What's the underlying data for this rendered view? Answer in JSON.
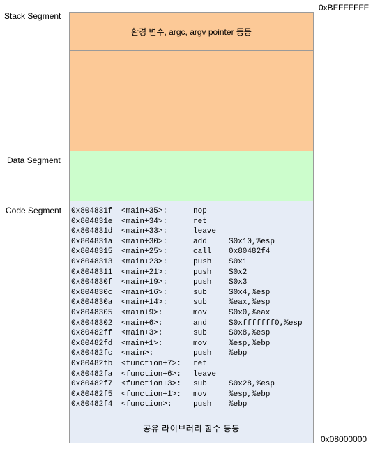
{
  "labels": {
    "stack_segment": "Stack Segment",
    "data_segment": "Data Segment",
    "code_segment": "Code Segment",
    "top_address": "0xBFFFFFFF",
    "bottom_address": "0x08000000"
  },
  "stack": {
    "env_text": "환경 변수, argc, argv pointer 등등"
  },
  "shared": {
    "text": "공유 라이브러리 함수 등등"
  },
  "code_lines": [
    {
      "addr": "0x804831f",
      "sym": "<main+35>:",
      "op": "nop",
      "arg": ""
    },
    {
      "addr": "0x804831e",
      "sym": "<main+34>:",
      "op": "ret",
      "arg": ""
    },
    {
      "addr": "0x804831d",
      "sym": "<main+33>:",
      "op": "leave",
      "arg": ""
    },
    {
      "addr": "0x804831a",
      "sym": "<main+30>:",
      "op": "add",
      "arg": "$0x10,%esp"
    },
    {
      "addr": "0x8048315",
      "sym": "<main+25>:",
      "op": "call",
      "arg": "0x80482f4"
    },
    {
      "addr": "0x8048313",
      "sym": "<main+23>:",
      "op": "push",
      "arg": "$0x1"
    },
    {
      "addr": "0x8048311",
      "sym": "<main+21>:",
      "op": "push",
      "arg": "$0x2"
    },
    {
      "addr": "0x804830f",
      "sym": "<main+19>:",
      "op": "push",
      "arg": "$0x3"
    },
    {
      "addr": "0x804830c",
      "sym": "<main+16>:",
      "op": "sub",
      "arg": "$0x4,%esp"
    },
    {
      "addr": "0x804830a",
      "sym": "<main+14>:",
      "op": "sub",
      "arg": "%eax,%esp"
    },
    {
      "addr": "0x8048305",
      "sym": "<main+9>:",
      "op": "mov",
      "arg": "$0x0,%eax"
    },
    {
      "addr": "0x8048302",
      "sym": "<main+6>:",
      "op": "and",
      "arg": "$0xfffffff0,%esp"
    },
    {
      "addr": "0x80482ff",
      "sym": "<main+3>:",
      "op": "sub",
      "arg": "$0x8,%esp"
    },
    {
      "addr": "0x80482fd",
      "sym": "<main+1>:",
      "op": "mov",
      "arg": "%esp,%ebp"
    },
    {
      "addr": "0x80482fc",
      "sym": "<main>:",
      "op": "push",
      "arg": "%ebp"
    },
    {
      "addr": "0x80482fb",
      "sym": "<function+7>:",
      "op": "ret",
      "arg": ""
    },
    {
      "addr": "0x80482fa",
      "sym": "<function+6>:",
      "op": "leave",
      "arg": ""
    },
    {
      "addr": "0x80482f7",
      "sym": "<function+3>:",
      "op": "sub",
      "arg": "$0x28,%esp"
    },
    {
      "addr": "0x80482f5",
      "sym": "<function+1>:",
      "op": "mov",
      "arg": "%esp,%ebp"
    },
    {
      "addr": "0x80482f4",
      "sym": "<function>:",
      "op": "push",
      "arg": "%ebp"
    }
  ]
}
